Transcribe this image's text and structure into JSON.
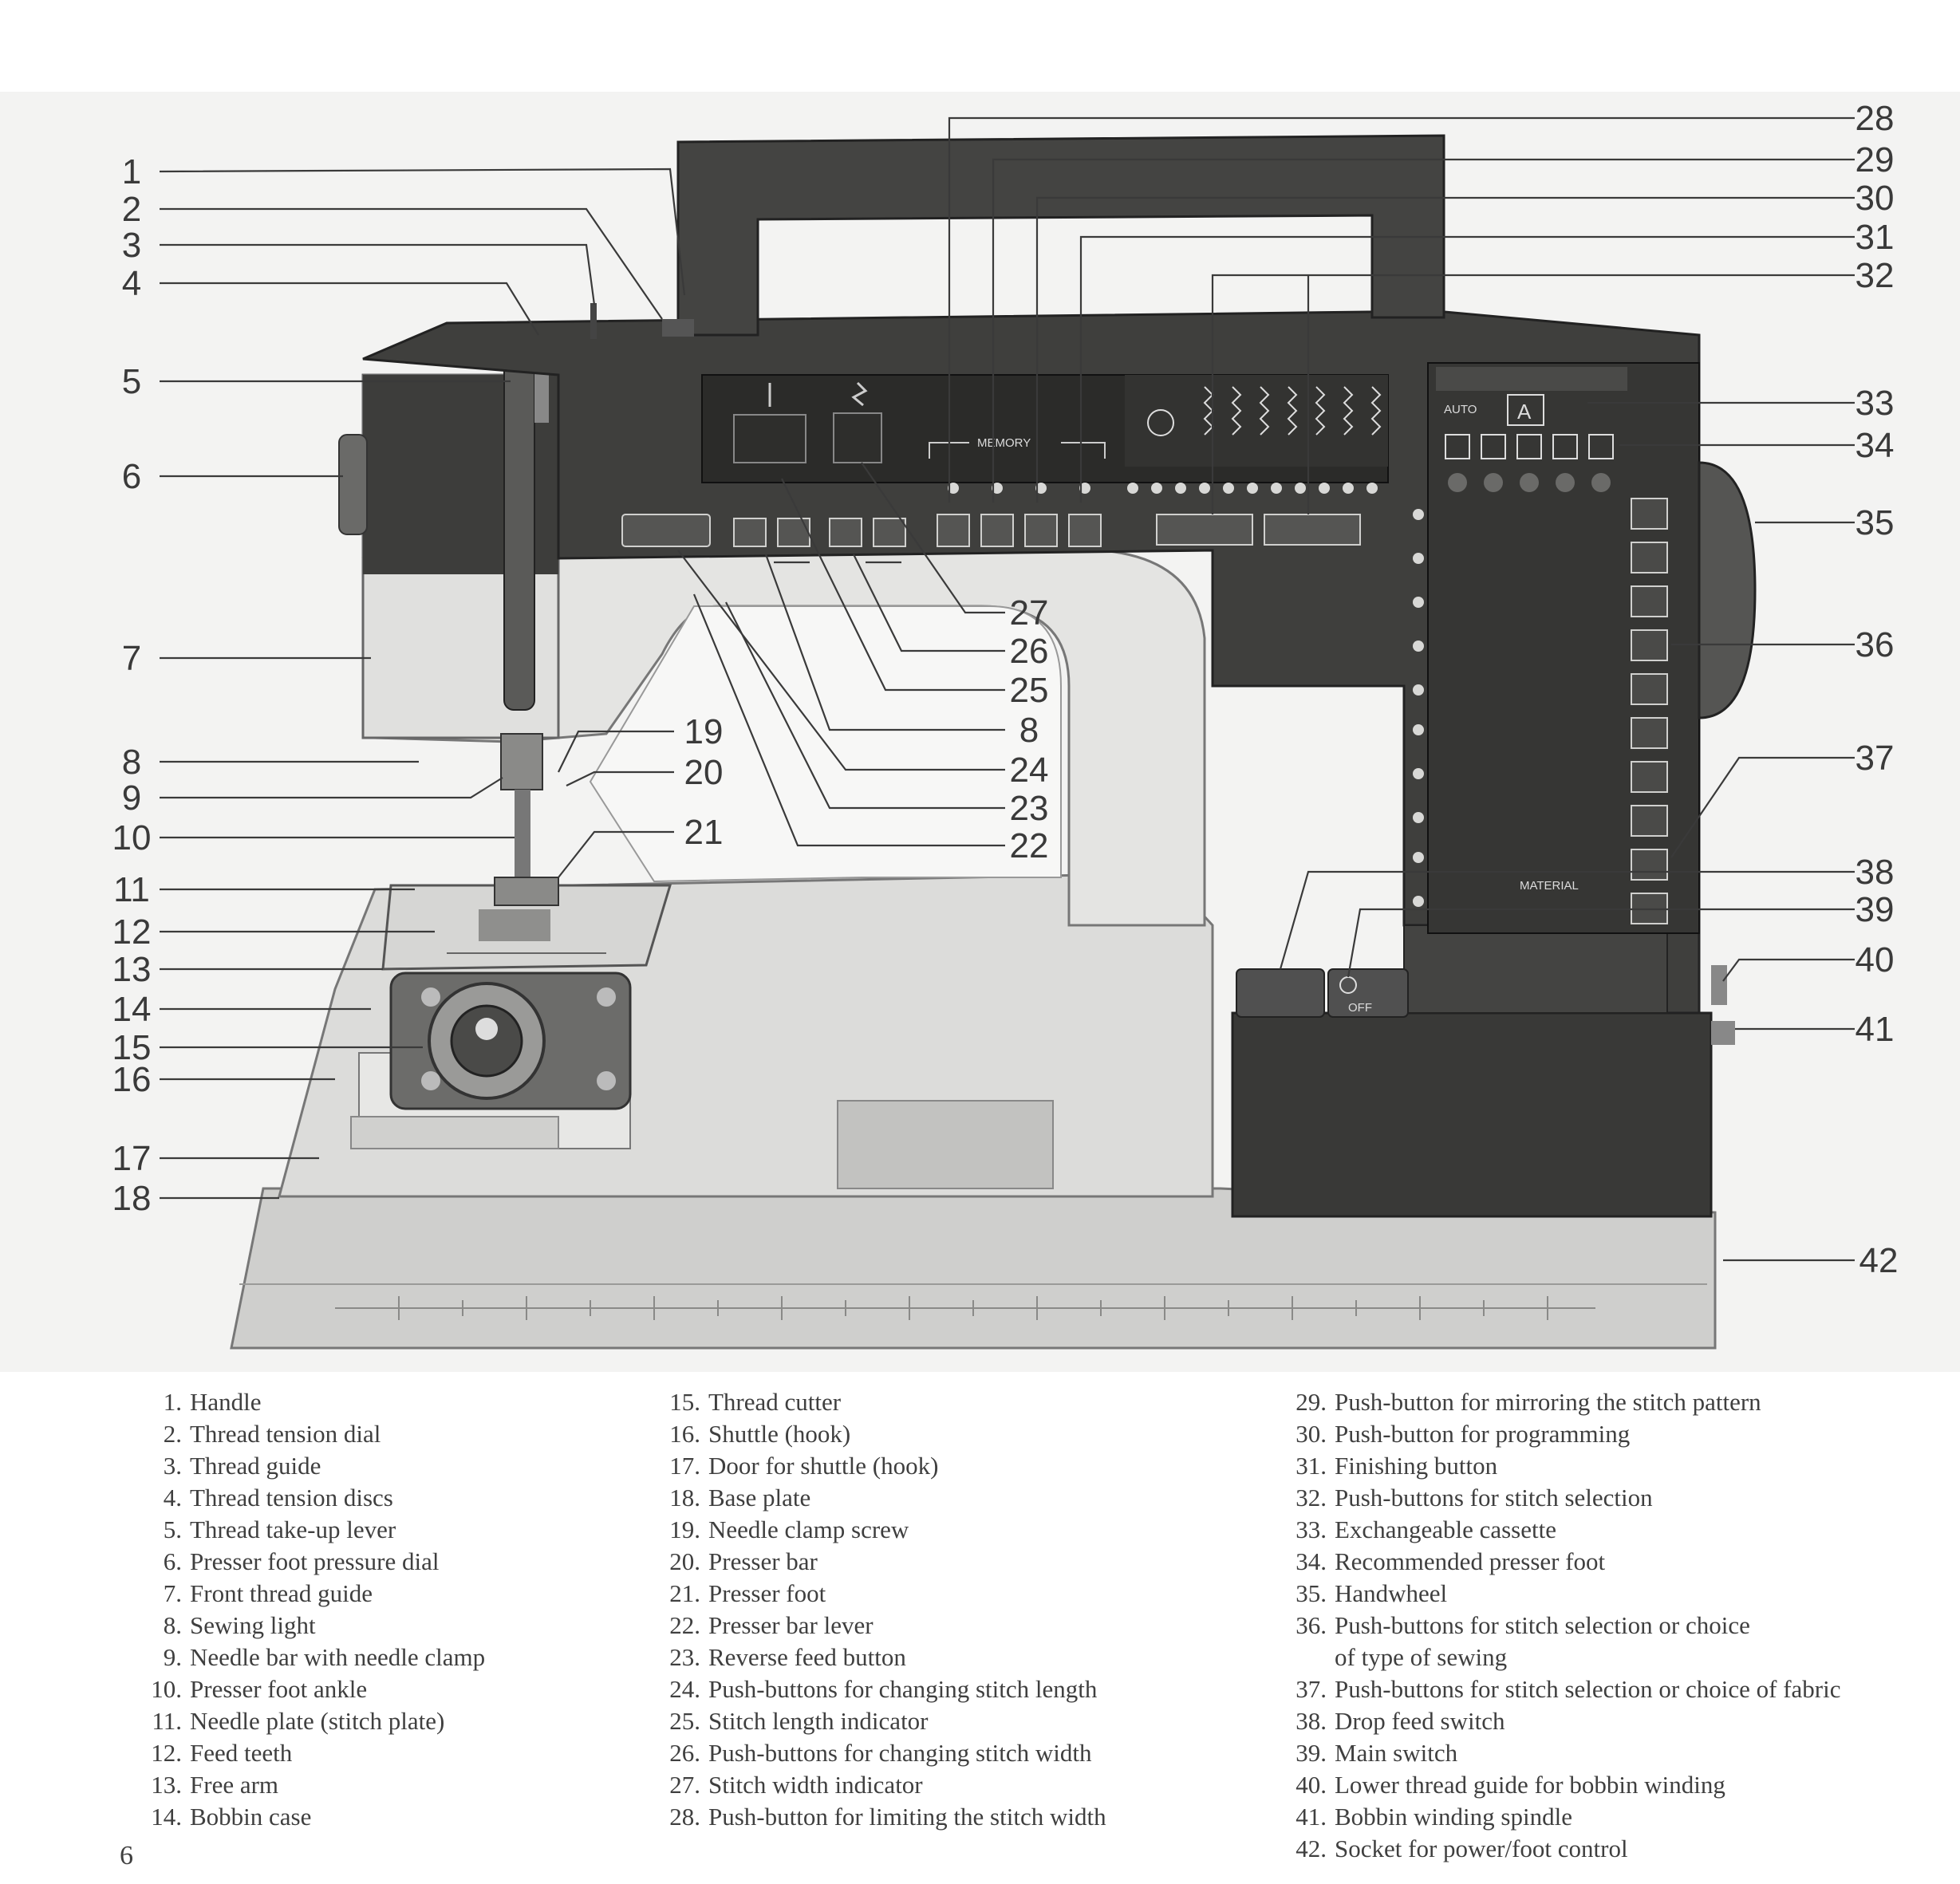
{
  "page_number": "6",
  "callouts": {
    "left": [
      "1",
      "2",
      "3",
      "4",
      "5",
      "6",
      "7",
      "8",
      "9",
      "10",
      "11",
      "12",
      "13",
      "14",
      "15",
      "16",
      "17",
      "18"
    ],
    "inner": [
      "19",
      "20",
      "21",
      "27",
      "26",
      "25",
      "8",
      "24",
      "23",
      "22"
    ],
    "right": [
      "28",
      "29",
      "30",
      "31",
      "32",
      "33",
      "34",
      "35",
      "36",
      "37",
      "38",
      "39",
      "40",
      "41",
      "42"
    ]
  },
  "panel_text": {
    "memory": "MEMORY",
    "auto": "AUTO",
    "auto_letter": "A",
    "material": "MATERIAL",
    "off": "OFF"
  },
  "legend": {
    "col1": [
      {
        "num": "1.",
        "text": "Handle"
      },
      {
        "num": "2.",
        "text": "Thread tension dial"
      },
      {
        "num": "3.",
        "text": "Thread guide"
      },
      {
        "num": "4.",
        "text": "Thread tension discs"
      },
      {
        "num": "5.",
        "text": "Thread take-up lever"
      },
      {
        "num": "6.",
        "text": "Presser foot pressure dial"
      },
      {
        "num": "7.",
        "text": "Front thread guide"
      },
      {
        "num": "8.",
        "text": "Sewing light"
      },
      {
        "num": "9.",
        "text": "Needle bar with needle clamp"
      },
      {
        "num": "10.",
        "text": "Presser foot ankle"
      },
      {
        "num": "11.",
        "text": "Needle plate (stitch plate)"
      },
      {
        "num": "12.",
        "text": "Feed teeth"
      },
      {
        "num": "13.",
        "text": "Free arm"
      },
      {
        "num": "14.",
        "text": "Bobbin case"
      }
    ],
    "col2": [
      {
        "num": "15.",
        "text": "Thread cutter"
      },
      {
        "num": "16.",
        "text": "Shuttle (hook)"
      },
      {
        "num": "17.",
        "text": "Door for shuttle (hook)"
      },
      {
        "num": "18.",
        "text": "Base plate"
      },
      {
        "num": "19.",
        "text": "Needle clamp screw"
      },
      {
        "num": "20.",
        "text": "Presser bar"
      },
      {
        "num": "21.",
        "text": "Presser foot"
      },
      {
        "num": "22.",
        "text": "Presser bar lever"
      },
      {
        "num": "23.",
        "text": "Reverse feed button"
      },
      {
        "num": "24.",
        "text": "Push-buttons for changing stitch length"
      },
      {
        "num": "25.",
        "text": "Stitch length indicator"
      },
      {
        "num": "26.",
        "text": "Push-buttons for changing stitch width"
      },
      {
        "num": "27.",
        "text": "Stitch width indicator"
      },
      {
        "num": "28.",
        "text": "Push-button for limiting the stitch width"
      }
    ],
    "col3": [
      {
        "num": "29.",
        "text": "Push-button for mirroring the stitch pattern"
      },
      {
        "num": "30.",
        "text": "Push-button for programming"
      },
      {
        "num": "31.",
        "text": "Finishing button"
      },
      {
        "num": "32.",
        "text": "Push-buttons for stitch selection"
      },
      {
        "num": "33.",
        "text": "Exchangeable cassette"
      },
      {
        "num": "34.",
        "text": "Recommended presser foot"
      },
      {
        "num": "35.",
        "text": "Handwheel"
      },
      {
        "num": "36.",
        "text": "Push-buttons for stitch selection or choice"
      },
      {
        "num": "",
        "text": "of type of sewing"
      },
      {
        "num": "37.",
        "text": "Push-buttons for stitch selection or choice of fabric"
      },
      {
        "num": "38.",
        "text": "Drop feed switch"
      },
      {
        "num": "39.",
        "text": "Main switch"
      },
      {
        "num": "40.",
        "text": "Lower thread guide for bobbin winding"
      },
      {
        "num": "41.",
        "text": "Bobbin winding spindle"
      },
      {
        "num": "42.",
        "text": "Socket for power/foot control"
      }
    ]
  }
}
